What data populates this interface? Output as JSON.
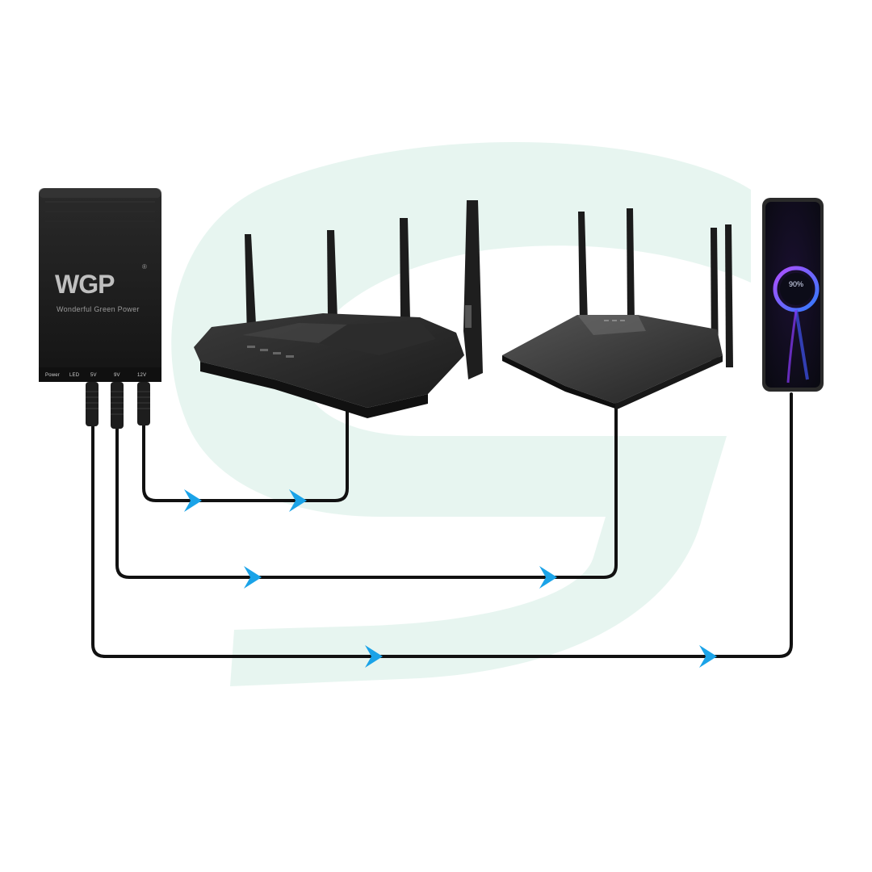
{
  "device": {
    "brand": "WGP",
    "trademark": "®",
    "tagline": "Wonderful Green Power",
    "port_labels": [
      "Power",
      "LED",
      "5V",
      "9V",
      "12V"
    ]
  },
  "phone": {
    "screen_reading": "90%"
  },
  "colors": {
    "watermark": "#e6f4ef",
    "cable": "#111111",
    "arrow": "#1aa3e8",
    "device_body": "#1b1b1b",
    "phone_ring": "#5b6bff"
  },
  "icons": [
    "router-icon",
    "phone-icon",
    "arrow-right-icon"
  ]
}
